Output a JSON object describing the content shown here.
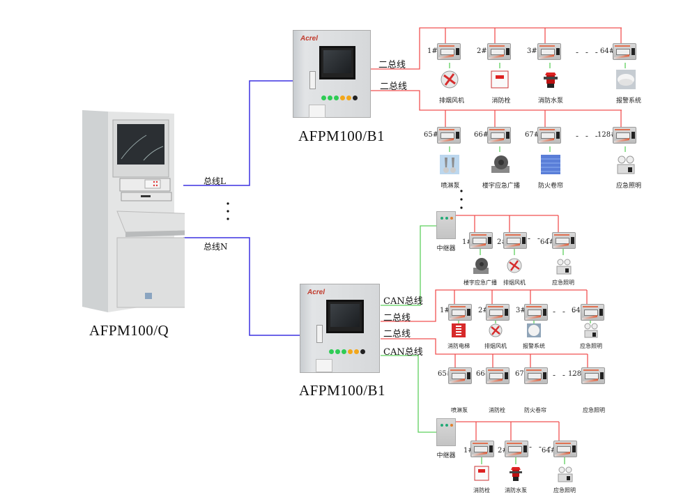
{
  "colors": {
    "bus_main": "#3b30e0",
    "two_wire_bus": "#f05050",
    "can_bus": "#5ed05e",
    "device_link": "#5ed05e"
  },
  "host": {
    "model": "AFPM100/Q",
    "bus_first": "总线L",
    "bus_last": "总线N",
    "ellipsis": "⋮"
  },
  "controller_top": {
    "model": "AFPM100/B1",
    "brand": "Acrel",
    "bus_1": "二总线",
    "bus_2": "二总线",
    "row_1": [
      {
        "num": "1#",
        "name": "排烟风机",
        "icon": "smoke-exhaust-fan-icon"
      },
      {
        "num": "2#",
        "name": "消防栓",
        "icon": "fire-hydrant-box-icon"
      },
      {
        "num": "3#",
        "name": "消防水泵",
        "icon": "fire-water-pump-icon"
      },
      {
        "num": "64#",
        "name": "报警系统",
        "icon": "smoke-detector-icon"
      }
    ],
    "row_2": [
      {
        "num": "65#",
        "name": "喷淋泵",
        "icon": "sprinkler-icon"
      },
      {
        "num": "66#",
        "name": "楼宇应急广播",
        "icon": "emergency-broadcast-icon"
      },
      {
        "num": "67#",
        "name": "防火卷帘",
        "icon": "fire-shutter-icon"
      },
      {
        "num": "128#",
        "name": "应急照明",
        "icon": "emergency-light-icon"
      }
    ],
    "dots": "- - -"
  },
  "controller_bottom": {
    "model": "AFPM100/B1",
    "brand": "Acrel",
    "can_bus_1": "CAN总线",
    "bus_1": "二总线",
    "bus_2": "二总线",
    "can_bus_2": "CAN总线",
    "repeater_top": {
      "label": "中继器",
      "devices": [
        {
          "num": "1#",
          "name": "楼宇应急广播",
          "icon": "emergency-broadcast-icon"
        },
        {
          "num": "2#",
          "name": "排烟风机",
          "icon": "smoke-exhaust-fan-icon"
        },
        {
          "num": "64#",
          "name": "应急照明",
          "icon": "emergency-light-icon"
        }
      ]
    },
    "row_1": [
      {
        "num": "1#",
        "name": "消防电梯",
        "icon": "fire-elevator-icon"
      },
      {
        "num": "2#",
        "name": "排烟风机",
        "icon": "smoke-exhaust-fan-icon"
      },
      {
        "num": "3#",
        "name": "报警系统",
        "icon": "smoke-detector-icon"
      },
      {
        "num": "64#",
        "name": "应急照明",
        "icon": "emergency-light-icon"
      }
    ],
    "row_2": [
      {
        "num": "65#",
        "name": "喷淋泵"
      },
      {
        "num": "66#",
        "name": "消防栓"
      },
      {
        "num": "67#",
        "name": "防火卷帘"
      },
      {
        "num": "128#",
        "name": "应急照明"
      }
    ],
    "repeater_bottom": {
      "label": "中继器",
      "devices": [
        {
          "num": "1#",
          "name": "消防栓",
          "icon": "fire-hydrant-box-icon"
        },
        {
          "num": "2#",
          "name": "消防水泵",
          "icon": "fire-water-pump-icon"
        },
        {
          "num": "64#",
          "name": "应急照明",
          "icon": "emergency-light-icon"
        }
      ]
    },
    "dots": "- - -"
  }
}
